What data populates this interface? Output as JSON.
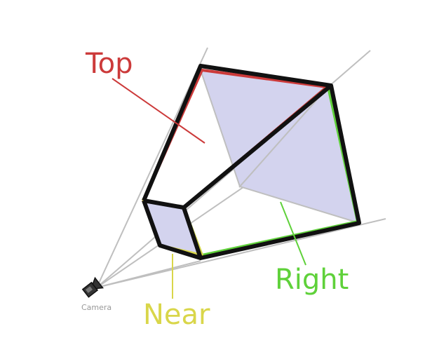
{
  "diagram": {
    "labels": {
      "top": "Top",
      "right": "Right",
      "near": "Near",
      "camera": "Camera"
    },
    "colors": {
      "top": "#cc3a3a",
      "right": "#5fd13a",
      "near": "#d9d64a",
      "outline": "#111111",
      "face_fill": "#d3d3ee",
      "ray": "#bfbfbf",
      "camera": "#333333"
    },
    "icons": {
      "camera": "camera-icon"
    }
  }
}
